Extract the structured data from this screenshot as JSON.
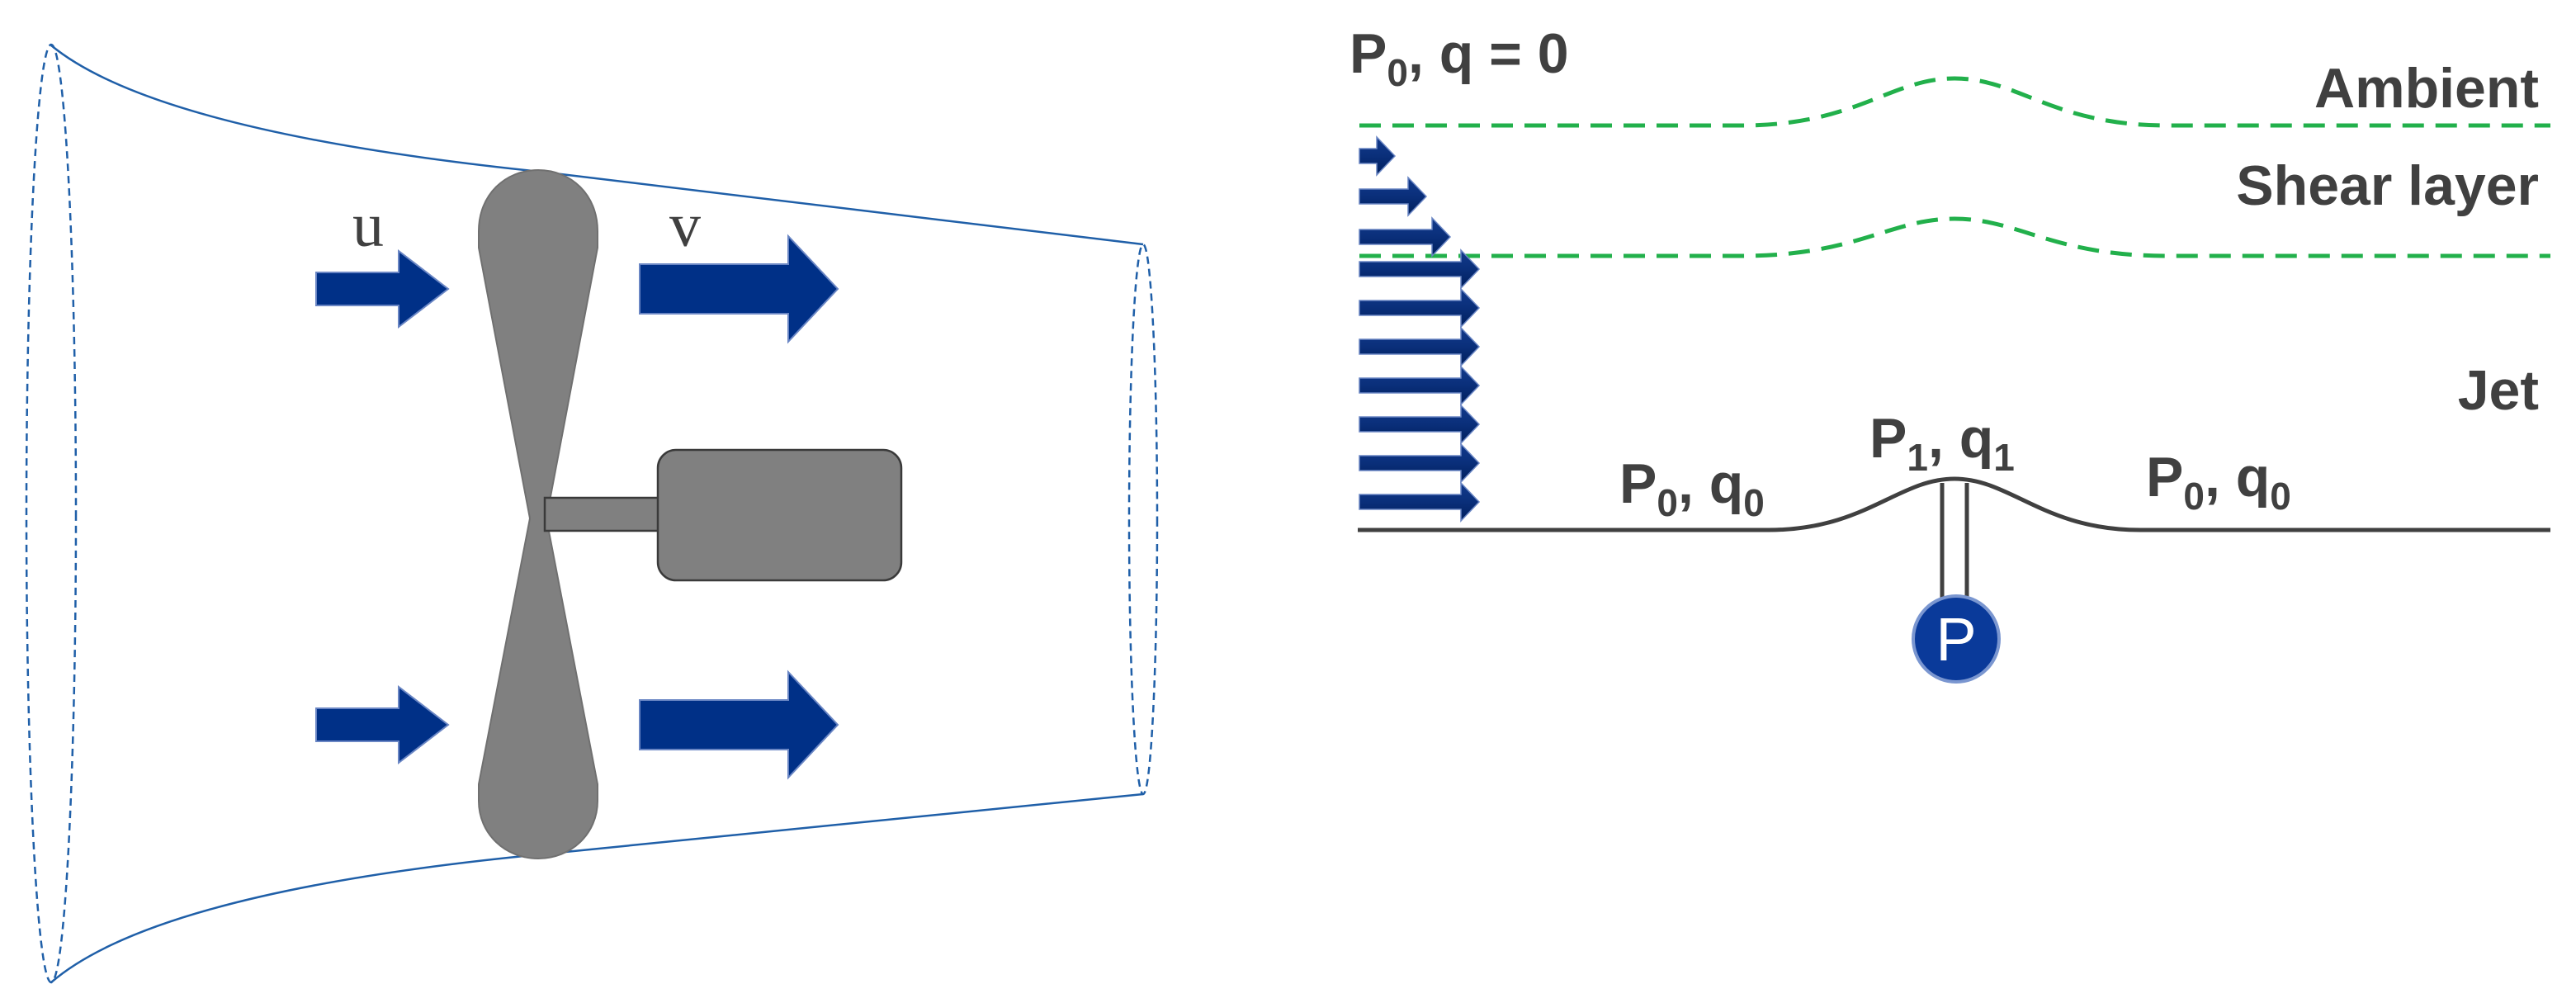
{
  "left_panel": {
    "velocity_in_label": "u",
    "velocity_out_label": "v"
  },
  "right_panel": {
    "ambient_condition": {
      "base": "P",
      "base_sub": "0",
      "rest": ", q = 0"
    },
    "region_labels": {
      "ambient": "Ambient",
      "shear_layer": "Shear layer",
      "jet": "Jet"
    },
    "point_upstream": {
      "p": "P",
      "p_sub": "0",
      "sep": ", q",
      "q_sub": "0"
    },
    "point_probe": {
      "p": "P",
      "p_sub": "1",
      "sep": ", q",
      "q_sub": "1"
    },
    "point_downstream": {
      "p": "P",
      "p_sub": "0",
      "sep": ", q",
      "q_sub": "0"
    },
    "probe_badge": "P"
  },
  "colors": {
    "arrow_blue": "#003087",
    "fan_gray": "#808080",
    "outline_blue": "#1f5fa8",
    "shear_green": "#22b04b",
    "text_gray": "#404040",
    "wall_gray": "#404040"
  }
}
